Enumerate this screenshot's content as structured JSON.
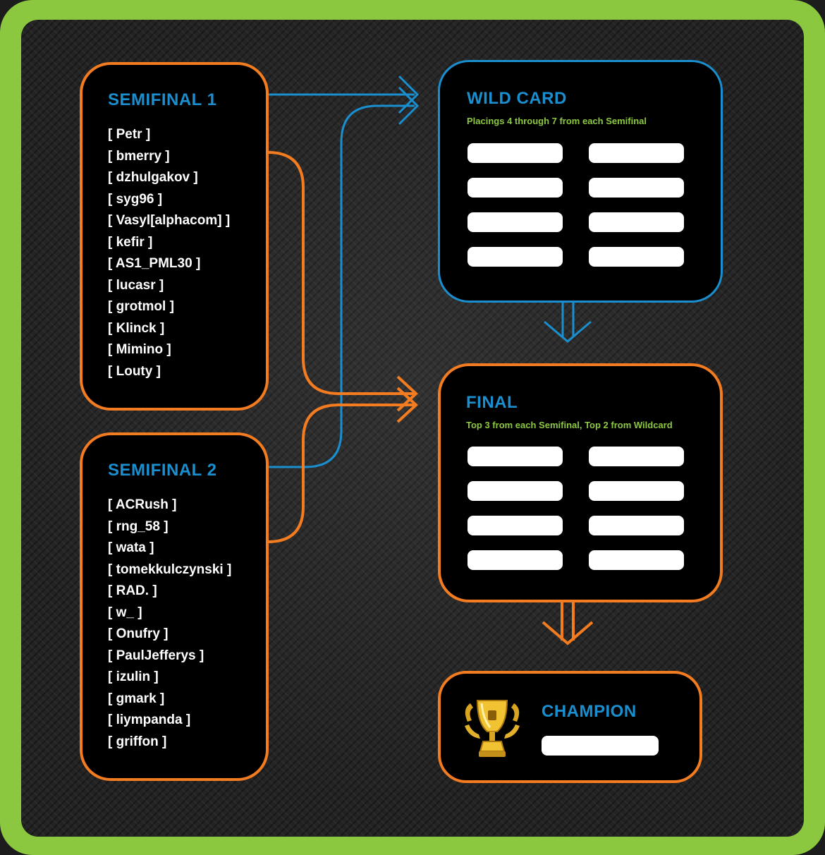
{
  "colors": {
    "accent_orange": "#f47c20",
    "accent_blue": "#1a8fd0",
    "accent_green": "#8cc83f",
    "background": "#232323"
  },
  "semifinal1": {
    "title": "SEMIFINAL 1",
    "players": [
      "[ Petr ]",
      "[ bmerry ]",
      "[ dzhulgakov ]",
      "[ syg96 ]",
      "[ Vasyl[alphacom] ]",
      "[ kefir ]",
      "[ AS1_PML30 ]",
      "[ lucasr ]",
      "[ grotmol ]",
      "[ Klinck ]",
      "[ Mimino ]",
      "[ Louty ]"
    ]
  },
  "semifinal2": {
    "title": "SEMIFINAL 2",
    "players": [
      "[ ACRush ]",
      "[ rng_58 ]",
      "[ wata ]",
      "[ tomekkulczynski ]",
      "[ RAD. ]",
      "[ w_ ]",
      "[ Onufry ]",
      "[ PaulJefferys ]",
      "[ izulin ]",
      "[ gmark ]",
      "[ liympanda ]",
      "[ griffon ]"
    ]
  },
  "wildcard": {
    "title": "WILD CARD",
    "subtitle": "Placings 4 through 7 from each Semifinal",
    "slots": 8
  },
  "final": {
    "title": "FINAL",
    "subtitle": "Top 3 from each Semifinal, Top 2 from Wildcard",
    "slots": 8
  },
  "champion": {
    "title": "CHAMPION",
    "icon": "trophy-icon"
  }
}
